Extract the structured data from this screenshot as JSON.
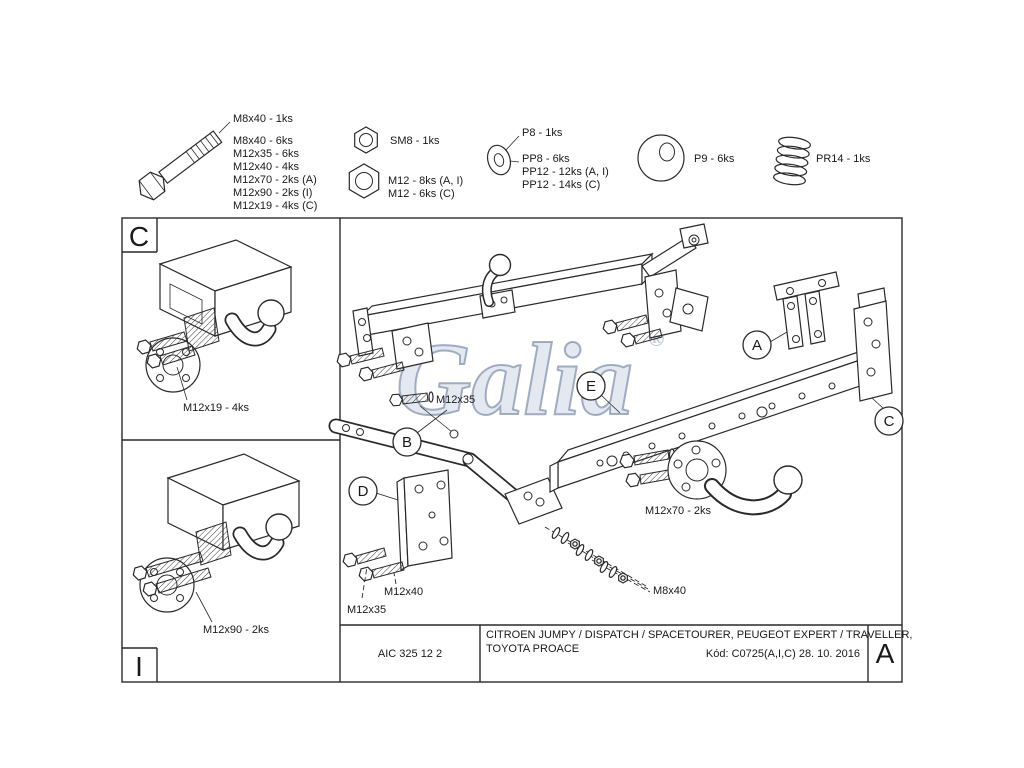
{
  "watermark": {
    "text": "Galia",
    "registered": "®"
  },
  "parts_list": {
    "bolt_callout": "M8x40 - 1ks",
    "bolt_list": [
      "M8x40 - 6ks",
      "M12x35 - 6ks",
      "M12x40 - 4ks",
      "M12x70 - 2ks (A)",
      "M12x90 - 2ks (I)",
      "M12x19 - 4ks (C)"
    ],
    "nut_sm8": "SM8 - 1ks",
    "nut_m12_lines": [
      "M12 - 8ks (A, I)",
      "M12 - 6ks (C)"
    ],
    "washer_p8": "P8 - 1ks",
    "washer_pp_lines": [
      "PP8 - 6ks",
      "PP12 - 12ks (A, I)",
      "PP12 - 14ks (C)"
    ],
    "washer_p9": "P9 - 6ks",
    "spring_pr14": "PR14 - 1ks"
  },
  "detail_c": {
    "letter": "C",
    "note": "M12x19 - 4ks"
  },
  "detail_i": {
    "letter": "I",
    "note": "M12x90 - 2ks"
  },
  "callouts": {
    "a": "A",
    "b": "B",
    "c": "C",
    "d": "D",
    "e": "E"
  },
  "annotations": {
    "m12x35_upper": "M12x35",
    "m12x70": "M12x70 - 2ks",
    "m12x40": "M12x40",
    "m12x35_lower": "M12x35",
    "m8x40": "M8x40"
  },
  "title_block": {
    "drawing_number": "AIC 325 12 2",
    "vehicles_line1": "CITROEN JUMPY / DISPATCH / SPACETOURER, PEUGEOT EXPERT / TRAVELLER,",
    "vehicles_line2": "TOYOTA PROACE",
    "code_and_date": "Kód: C0725(A,I,C)  28. 10. 2016",
    "revision": "A"
  }
}
